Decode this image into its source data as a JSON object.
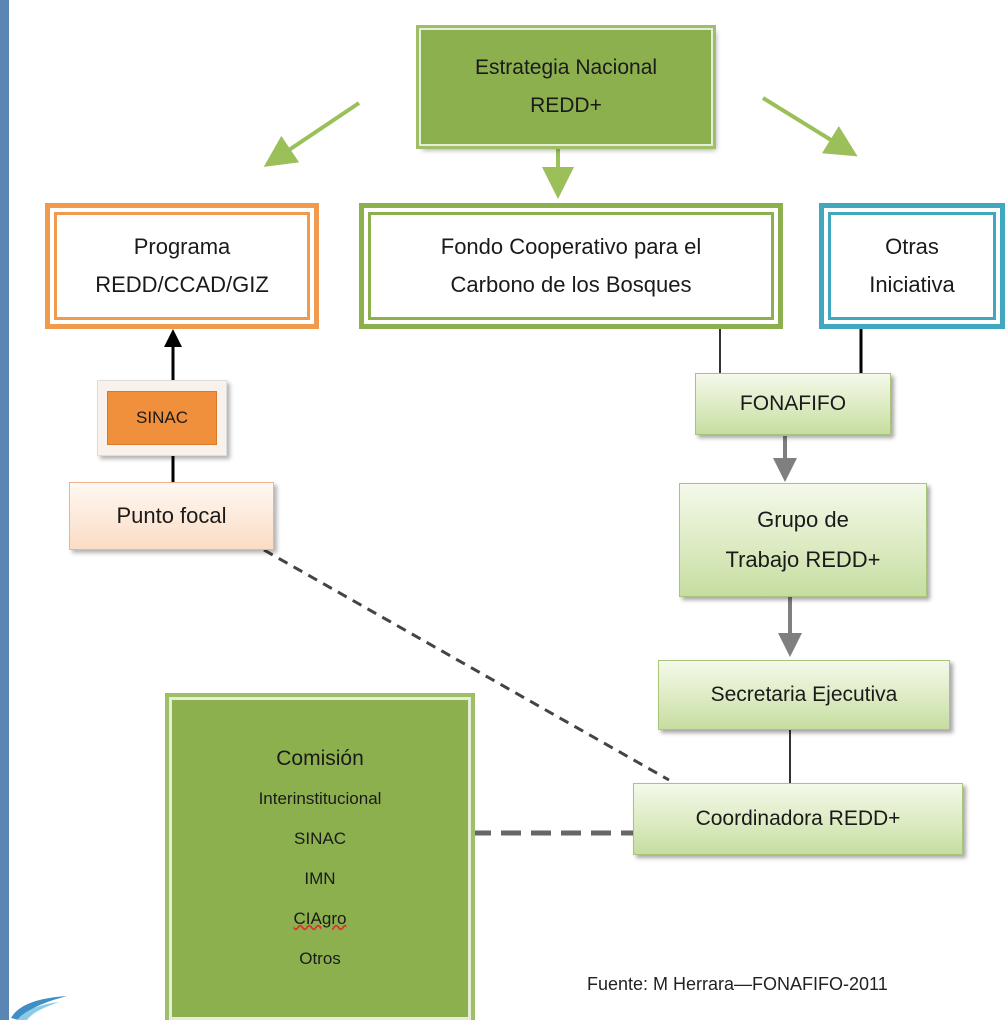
{
  "nodes": {
    "estrategia": [
      "Estrategia Nacional",
      "REDD+"
    ],
    "programa": [
      "Programa",
      "REDD/CCAD/GIZ"
    ],
    "fondo": [
      "Fondo Cooperativo para el",
      "Carbono de los Bosques"
    ],
    "otras": [
      "Otras",
      "Iniciativa"
    ],
    "sinac": "SINAC",
    "punto_focal": "Punto focal",
    "fonafifo": "FONAFIFO",
    "grupo": [
      "Grupo de",
      "Trabajo REDD+"
    ],
    "secretaria": "Secretaria Ejecutiva",
    "coordinadora": "Coordinadora REDD+",
    "comision": {
      "title": "Comisión",
      "items": [
        "Interinstitucional",
        "SINAC",
        "IMN",
        "CIAgro",
        "Otros"
      ]
    }
  },
  "footer": "Fuente:  M Herrara—FONAFIFO-2011",
  "colors": {
    "green": "#8db04f",
    "orange": "#ef9a4c",
    "blue": "#41a7be",
    "arrow_green": "#9bc05a",
    "arrow_gray": "#7f7f7f",
    "background": "#5b86b3"
  }
}
